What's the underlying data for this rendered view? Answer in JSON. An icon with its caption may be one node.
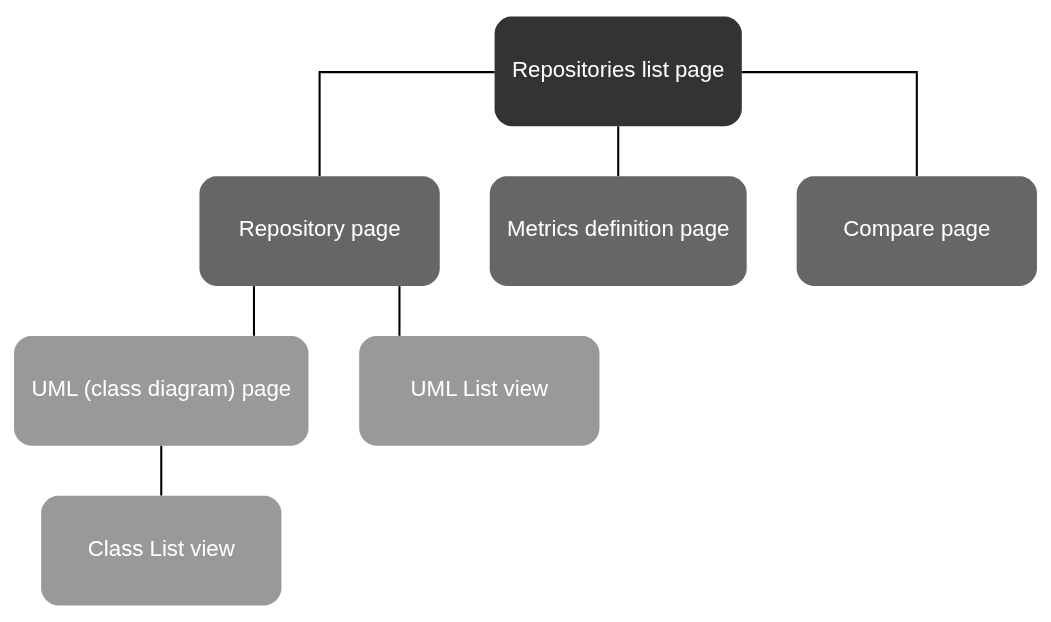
{
  "diagram": {
    "nodes": [
      {
        "text": [
          "Repositories list page"
        ]
      },
      {
        "text": [
          "Repository page"
        ]
      },
      {
        "text": [
          "Metrics definition page"
        ]
      },
      {
        "text": [
          "Compare page"
        ]
      },
      {
        "text": [
          "UML (class diagram) page"
        ]
      },
      {
        "text": [
          "UML List view"
        ]
      },
      {
        "text": [
          "Class List view"
        ]
      }
    ],
    "edges": [
      {
        "from": 0,
        "to": 1,
        "arrow": "none"
      },
      {
        "from": 0,
        "to": 2,
        "arrow": "none"
      },
      {
        "from": 0,
        "to": 3,
        "arrow": "none"
      },
      {
        "from": 1,
        "to": 4,
        "arrow": "none"
      },
      {
        "from": 1,
        "to": 5,
        "arrow": "none"
      },
      {
        "from": 4,
        "to": 6,
        "arrow": "none"
      }
    ]
  }
}
